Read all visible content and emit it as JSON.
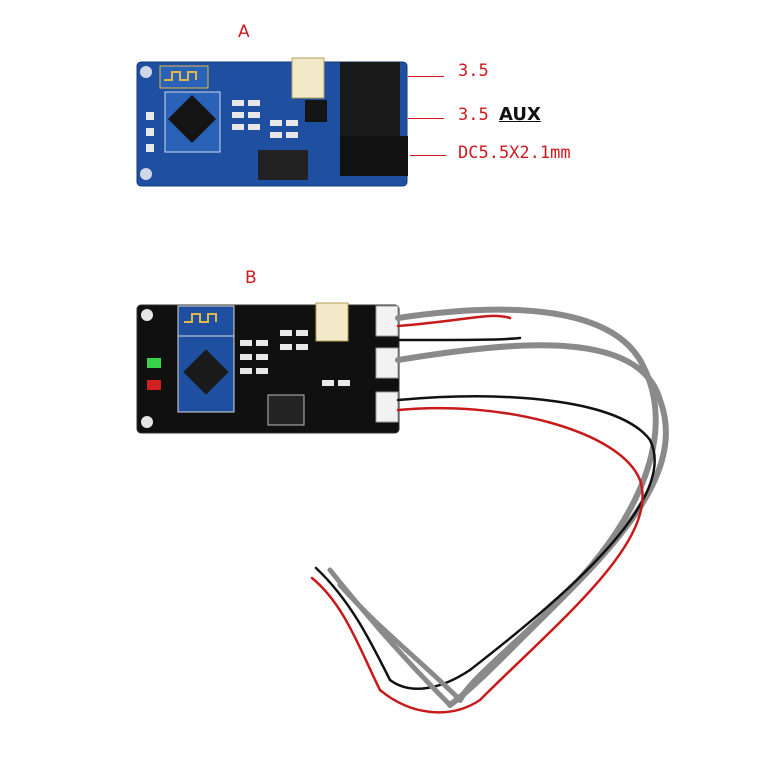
{
  "labels": {
    "board_a": "A",
    "board_b": "B"
  },
  "annotations": [
    {
      "prefix": "3.5",
      "suffix": ""
    },
    {
      "prefix": "3.5 ",
      "suffix": "AUX"
    },
    {
      "prefix": "DC5.5X2.1mm",
      "suffix": ""
    }
  ],
  "colors": {
    "label": "#d0181e",
    "board_a": "#1f4fa0",
    "board_b": "#101010"
  }
}
